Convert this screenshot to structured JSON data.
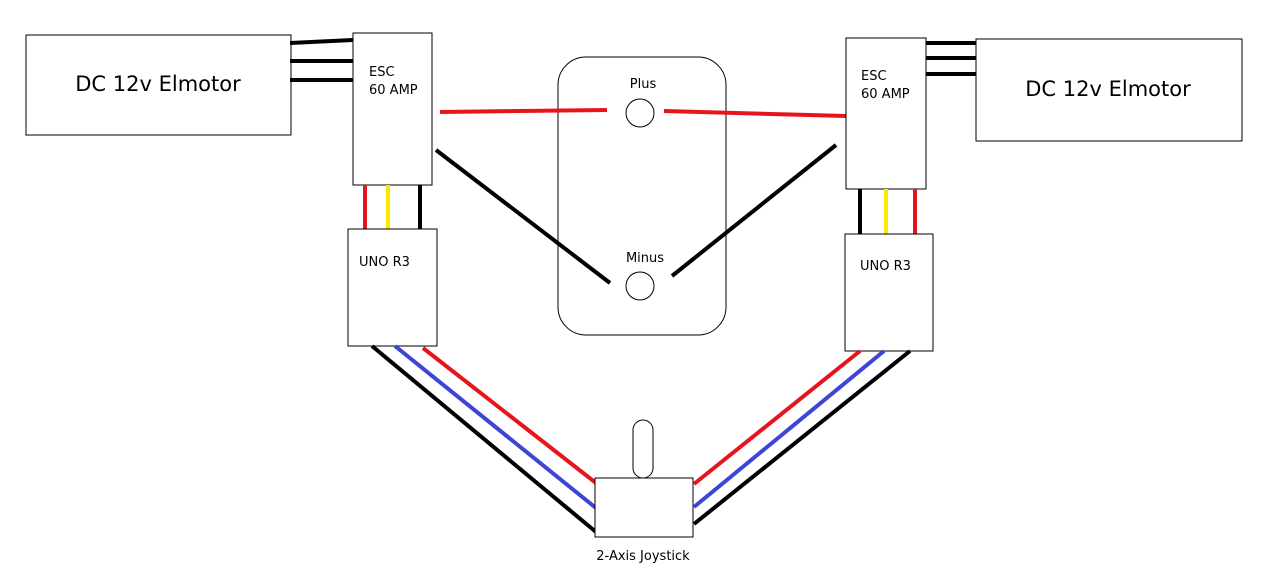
{
  "components": {
    "motor_left": {
      "label": "DC 12v Elmotor"
    },
    "motor_right": {
      "label": "DC 12v Elmotor"
    },
    "esc_left": {
      "line1": "ESC",
      "line2": "60 AMP"
    },
    "esc_right": {
      "line1": "ESC",
      "line2": "60 AMP"
    },
    "battery": {
      "plus_label": "Plus",
      "minus_label": "Minus"
    },
    "uno_left": {
      "label": "UNO R3"
    },
    "uno_right": {
      "label": "UNO R3"
    },
    "joystick": {
      "label": "2-Axis Joystick"
    }
  },
  "wire_colors": {
    "power_positive": "#e8141c",
    "ground": "#000000",
    "signal_yellow": "#ffe600",
    "signal_blue": "#3d45d8"
  }
}
